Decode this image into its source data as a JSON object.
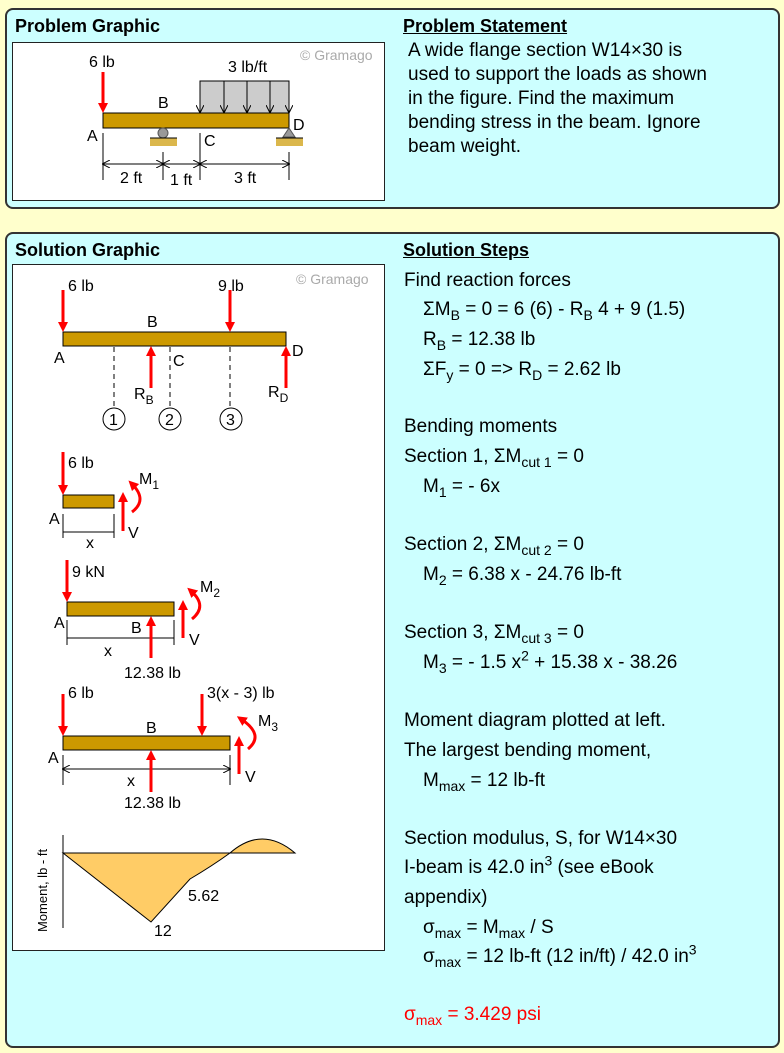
{
  "problem": {
    "graphic_title": "Problem Graphic",
    "statement_title": "Problem Statement",
    "statement_lines": [
      "A wide flange section W14×30 is",
      "used to support the loads as shown",
      "in the figure. Find the maximum",
      "bending stress in the beam. Ignore",
      "beam weight."
    ],
    "figure": {
      "watermark": "© Gramago",
      "load_point": "6 lb",
      "load_distributed": "3 lb/ft",
      "label_a": "A",
      "label_b": "B",
      "label_c": "C",
      "label_d": "D",
      "dim_1": "2 ft",
      "dim_2": "1 ft",
      "dim_3": "3 ft"
    }
  },
  "solution": {
    "graphic_title": "Solution Graphic",
    "steps_title": "Solution Steps",
    "figure": {
      "watermark": "© Gramago",
      "fbd": {
        "load_a": "6 lb",
        "load_c": "9 lb",
        "label_a": "A",
        "label_b": "B",
        "label_c": "C",
        "label_d": "D",
        "rb": "R",
        "rb_sub": "B",
        "rd": "R",
        "rd_sub": "D",
        "cut_1": "1",
        "cut_2": "2",
        "cut_3": "3"
      },
      "sec1": {
        "load": "6 lb",
        "label_a": "A",
        "x": "x",
        "m": "M",
        "m_sub": "1",
        "v": "V"
      },
      "sec2": {
        "load": "9 kN",
        "label_a": "A",
        "label_b": "B",
        "x": "x",
        "reaction": "12.38 lb",
        "m": "M",
        "m_sub": "2",
        "v": "V"
      },
      "sec3": {
        "load": "6 lb",
        "load_dist": "3(x - 3) lb",
        "label_a": "A",
        "label_b": "B",
        "x": "x",
        "reaction": "12.38 lb",
        "m": "M",
        "m_sub": "3",
        "v": "V"
      },
      "moment": {
        "ylabel": "Moment, lb - ft",
        "label_max": "12",
        "label_c": "5.62"
      }
    },
    "lines": [
      {
        "parts": [
          {
            "t": "Find reaction forces"
          }
        ]
      },
      {
        "parts": [
          {
            "t": "ΣM"
          },
          {
            "t": "B",
            "s": "sub"
          },
          {
            "t": " = 0 = 6 (6) - R"
          },
          {
            "t": "B",
            "s": "sub"
          },
          {
            "t": " 4 + 9 (1.5)"
          }
        ]
      },
      {
        "parts": [
          {
            "t": "R"
          },
          {
            "t": "B",
            "s": "sub"
          },
          {
            "t": " = 12.38 lb"
          }
        ]
      },
      {
        "parts": [
          {
            "t": "ΣF"
          },
          {
            "t": "y",
            "s": "sub"
          },
          {
            "t": " = 0  =>  R"
          },
          {
            "t": "D",
            "s": "sub"
          },
          {
            "t": " = 2.62 lb"
          }
        ]
      },
      {
        "parts": [
          {
            "t": "Bending moments"
          }
        ]
      },
      {
        "parts": [
          {
            "t": "Section 1, ΣM"
          },
          {
            "t": "cut 1",
            "s": "sub"
          },
          {
            "t": " = 0"
          }
        ]
      },
      {
        "parts": [
          {
            "t": "M"
          },
          {
            "t": "1",
            "s": "sub"
          },
          {
            "t": " = - 6x"
          }
        ]
      },
      {
        "parts": [
          {
            "t": "Section 2, ΣM"
          },
          {
            "t": "cut 2",
            "s": "sub"
          },
          {
            "t": " = 0"
          }
        ]
      },
      {
        "parts": [
          {
            "t": "M"
          },
          {
            "t": "2",
            "s": "sub"
          },
          {
            "t": " = 6.38 x - 24.76 lb-ft"
          }
        ]
      },
      {
        "parts": [
          {
            "t": "Section 3, ΣM"
          },
          {
            "t": "cut 3",
            "s": "sub"
          },
          {
            "t": " = 0"
          }
        ]
      },
      {
        "parts": [
          {
            "t": "M"
          },
          {
            "t": "3",
            "s": "sub"
          },
          {
            "t": " = - 1.5 x"
          },
          {
            "t": "2",
            "s": "sup"
          },
          {
            "t": " + 15.38 x - 38.26"
          }
        ]
      },
      {
        "parts": [
          {
            "t": "Moment diagram plotted at left."
          }
        ]
      },
      {
        "parts": [
          {
            "t": "The largest bending moment,"
          }
        ]
      },
      {
        "parts": [
          {
            "t": "M"
          },
          {
            "t": "max",
            "s": "sub"
          },
          {
            "t": " = 12 lb-ft"
          }
        ]
      },
      {
        "parts": [
          {
            "t": "Section modulus, S, for W14×30"
          }
        ]
      },
      {
        "parts": [
          {
            "t": "I-beam is 42.0 in"
          },
          {
            "t": "3",
            "s": "sup"
          },
          {
            "t": " (see eBook"
          }
        ]
      },
      {
        "parts": [
          {
            "t": "appendix)"
          }
        ]
      },
      {
        "parts": [
          {
            "t": "σ"
          },
          {
            "t": "max",
            "s": "sub"
          },
          {
            "t": " = M"
          },
          {
            "t": "max",
            "s": "sub"
          },
          {
            "t": " / S"
          }
        ]
      },
      {
        "parts": [
          {
            "t": "σ"
          },
          {
            "t": "max",
            "s": "sub"
          },
          {
            "t": " = 12 lb-ft (12 in/ft) / 42.0 in"
          },
          {
            "t": "3",
            "s": "sup"
          }
        ]
      },
      {
        "parts": [
          {
            "t": "σ"
          },
          {
            "t": "max",
            "s": "sub"
          },
          {
            "t": " = 3.429 psi"
          }
        ],
        "highlight": true
      }
    ]
  },
  "colors": {
    "background": "#ffffcc",
    "panel": "#ccffff",
    "beam": "#cc9900",
    "force": "#ff0000",
    "moment_fill": "#ffcc66",
    "answer": "#ff0000"
  }
}
